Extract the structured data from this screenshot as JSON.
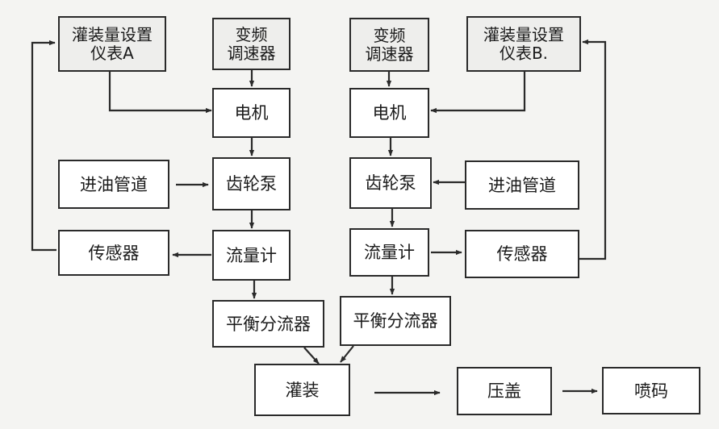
{
  "nodes": {
    "meter_a": "灌装量设置\n仪表A",
    "inverter_a": "变频\n调速器",
    "inverter_b": "变频\n调速器",
    "meter_b": "灌装量设置\n仪表B.",
    "motor_a": "电机",
    "motor_b": "电机",
    "pipe_a": "进油管道",
    "pump_a": "齿轮泵",
    "pump_b": "齿轮泵",
    "pipe_b": "进油管道",
    "sensor_a": "传感器",
    "flow_a": "流量计",
    "flow_b": "流量计",
    "sensor_b": "传感器",
    "splitter_a": "平衡分流器",
    "splitter_b": "平衡分流器",
    "filling": "灌装",
    "capping": "压盖",
    "coding": "喷码"
  },
  "colors": {
    "line": "#2a2a2a",
    "box_fill": "#ffffff",
    "background": "#f4f4f2"
  }
}
